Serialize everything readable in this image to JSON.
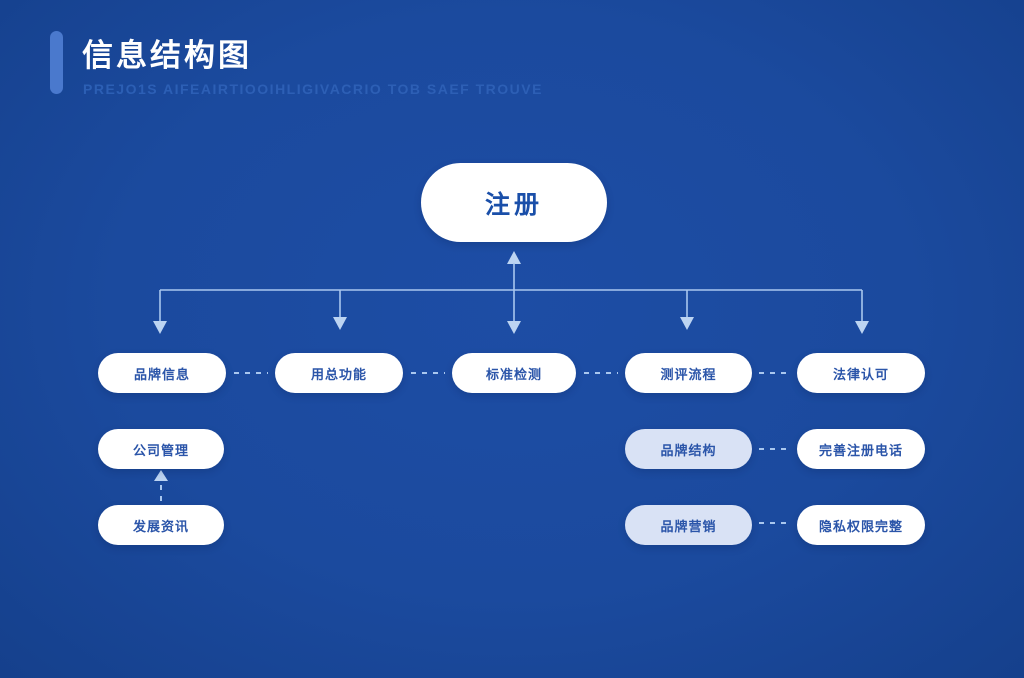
{
  "header": {
    "title": "信息结构图",
    "subtitle": "PREJO1S AIFEAIRTIOOIHLIGIVACRIO TOB SAEF TROUVE"
  },
  "tree": {
    "root": {
      "label": "注册"
    },
    "level1": [
      {
        "label": "品牌信息"
      },
      {
        "label": "用总功能"
      },
      {
        "label": "标准检测"
      },
      {
        "label": "测评流程"
      },
      {
        "label": "法律认可"
      }
    ],
    "left_branch": [
      {
        "label": "公司管理"
      },
      {
        "label": "发展资讯"
      }
    ],
    "right_branch": [
      {
        "primary": "品牌结构",
        "secondary": "完善注册电话"
      },
      {
        "primary": "品牌营销",
        "secondary": "隐私权限完整"
      }
    ]
  },
  "connectors": {
    "style": "light-blue solid tree with arrowheads; dashed links between sibling nodes",
    "arrow_directions": [
      "up-to-root",
      "down-to-each-level1-node",
      "up-from-left-row3-to-row2"
    ]
  },
  "colors": {
    "background": "#1b4a9e",
    "accent_bar": "#4a79cd",
    "title_text": "#ffffff",
    "subtitle_text": "#2f62b8",
    "node_fill": "#ffffff",
    "node_fill_tinted": "#d9e2f5",
    "node_text": "#2b55a9",
    "connector_line": "#a9c7ef"
  }
}
